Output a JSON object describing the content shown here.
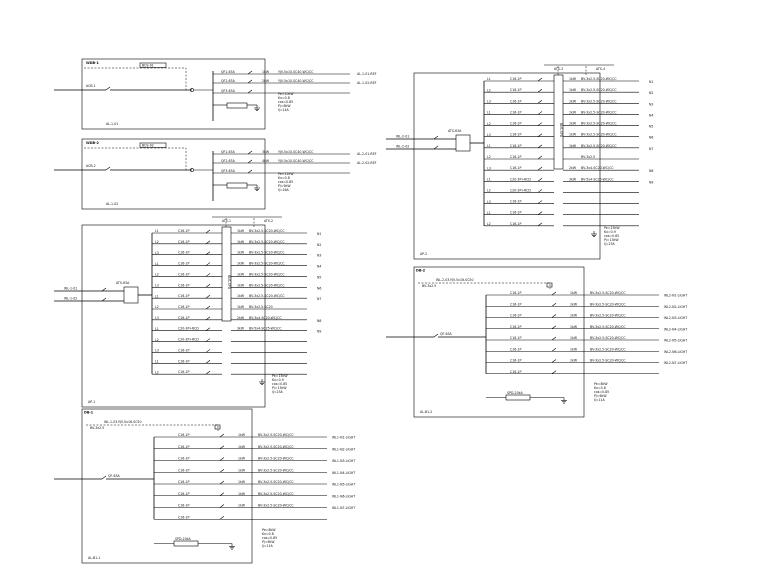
{
  "panels": [
    {
      "id": "p1",
      "box": null,
      "header_label": "WDB-1",
      "input_label": "ACB-1",
      "tag": "BUS-01",
      "footer_label": "AL-1-01",
      "branches": [
        {
          "label": "QF1-63A",
          "code": "1kW",
          "cable": "YJV-5x10-SC40-WC/CC",
          "dest": "AL-1-01-REF"
        },
        {
          "label": "QF2-63A",
          "code": "2kW",
          "cable": "YJV-5x10-SC40-WC/CC",
          "dest": "AL-1-02-REF"
        },
        {
          "label": "QF3-63A",
          "code": "",
          "cable": "",
          "dest": ""
        }
      ],
      "notes": [
        "Pe=10kW",
        "Kx=0.8",
        "cos=0.85",
        "Pj=8kW",
        "Ij=14A"
      ]
    },
    {
      "id": "p2",
      "header_label": "WDB-2",
      "input_label": "ACB-2",
      "tag": "BUS-02",
      "footer_label": "AL-1-02",
      "branches": [
        {
          "label": "QF1-63A",
          "code": "3kW",
          "cable": "YJV-5x10-SC40-WC/CC",
          "dest": "AL-2-01-REF"
        },
        {
          "label": "QF2-63A",
          "code": "4kW",
          "cable": "YJV-5x10-SC40-WC/CC",
          "dest": "AL-2-02-REF"
        },
        {
          "label": "QF3-63A",
          "code": "",
          "cable": "",
          "dest": ""
        }
      ],
      "notes": [
        "Pe=12kW",
        "Kx=0.8",
        "cos=0.85",
        "Pj=9kW",
        "Ij=16A"
      ]
    },
    {
      "id": "p3",
      "header_a": "ATS-1",
      "header_b": "ATS-2",
      "input_a": "WL-1-01",
      "input_b": "WL-1-02",
      "ats_label": "ATS-63A",
      "bus_label": "BUS-SPD",
      "footer_label": "AP-1",
      "branches": [
        {
          "phase": "L1",
          "label": "C16-1P",
          "code": "1kW",
          "cable": "BV-3x2.5-SC20-WC/CC",
          "dest": "N1"
        },
        {
          "phase": "L2",
          "label": "C16-1P",
          "code": "1kW",
          "cable": "BV-3x2.5-SC20-WC/CC",
          "dest": "N2"
        },
        {
          "phase": "L3",
          "label": "C16-1P",
          "code": "1kW",
          "cable": "BV-3x2.5-SC20-WC/CC",
          "dest": "N3"
        },
        {
          "phase": "L1",
          "label": "C16-1P",
          "code": "1kW",
          "cable": "BV-3x2.5-SC20-WC/CC",
          "dest": "N4"
        },
        {
          "phase": "L2",
          "label": "C16-1P",
          "code": "1kW",
          "cable": "BV-3x2.5-SC20-WC/CC",
          "dest": "N5"
        },
        {
          "phase": "L3",
          "label": "C16-1P",
          "code": "1kW",
          "cable": "BV-3x2.5-SC20-WC/CC",
          "dest": "N6"
        },
        {
          "phase": "L1",
          "label": "C16-1P",
          "code": "1kW",
          "cable": "BV-3x2.5-SC20-WC/CC",
          "dest": "N7"
        },
        {
          "phase": "L2",
          "label": "C16-1P",
          "code": "1kW",
          "cable": "BV-3x2.5-SC20",
          "dest": ""
        },
        {
          "phase": "L3",
          "label": "C16-1P",
          "code": "2kW",
          "cable": "BV-3x4-SC20-WC/CC",
          "dest": "N8"
        },
        {
          "phase": "L1",
          "label": "C20-3P+RCD",
          "code": "3kW",
          "cable": "BV-5x4-SC25-WC/CC",
          "dest": "N9"
        },
        {
          "phase": "L2",
          "label": "C20-3P+RCD",
          "code": "",
          "cable": "",
          "dest": ""
        },
        {
          "phase": "L3",
          "label": "C16-1P",
          "code": "",
          "cable": "",
          "dest": ""
        },
        {
          "phase": "L1",
          "label": "C16-1P",
          "code": "",
          "cable": "",
          "dest": ""
        },
        {
          "phase": "L2",
          "label": "C16-1P",
          "code": "",
          "cable": "",
          "dest": ""
        }
      ],
      "notes": [
        "Pe=15kW",
        "Kx=0.9",
        "cos=0.85",
        "Pj=13kW",
        "Ij=23A"
      ]
    },
    {
      "id": "p4",
      "header_label": "DB-1",
      "top_label": "WL-1-03-YJV-5x16-SC50",
      "sub_label": "BV-3x2.5",
      "input_label": "QF-63A",
      "footer_label": "AL-B1-1",
      "branches": [
        {
          "label": "C16-1P",
          "code": "1kW",
          "cable": "BV-3x2.5-SC20-WC/CC",
          "dest": "WL1-N1-LIGHT"
        },
        {
          "label": "C16-1P",
          "code": "1kW",
          "cable": "BV-3x2.5-SC20-WC/CC",
          "dest": "WL1-N2-LIGHT"
        },
        {
          "label": "C16-1P",
          "code": "1kW",
          "cable": "BV-3x2.5-SC20-WC/CC",
          "dest": "WL1-N3-LIGHT"
        },
        {
          "label": "C16-1P",
          "code": "1kW",
          "cable": "BV-3x2.5-SC20-WC/CC",
          "dest": "WL1-N4-LIGHT"
        },
        {
          "label": "C16-1P",
          "code": "1kW",
          "cable": "BV-3x2.5-SC20-WC/CC",
          "dest": "WL1-N5-LIGHT"
        },
        {
          "label": "C16-1P",
          "code": "1kW",
          "cable": "BV-3x2.5-SC20-WC/CC",
          "dest": "WL1-N6-LIGHT"
        },
        {
          "label": "C16-1P",
          "code": "1kW",
          "cable": "BV-3x2.5-SC20-WC/CC",
          "dest": "WL1-N7-LIGHT"
        },
        {
          "label": "C16-1P",
          "code": "",
          "cable": "",
          "dest": ""
        }
      ],
      "spd_label": "SPD-20kA",
      "notes": [
        "Pe=8kW",
        "Kx=0.8",
        "cos=0.85",
        "Pj=6kW",
        "Ij=11A"
      ]
    },
    {
      "id": "p5",
      "header_a": "ATS-3",
      "header_b": "ATS-4",
      "input_a": "WL-2-01",
      "input_b": "WL-2-02",
      "ats_label": "ATS-63A",
      "bus_label": "BUS-SPD",
      "footer_label": "AP-2",
      "branches": [
        {
          "phase": "L1",
          "label": "C16-1P",
          "code": "1kW",
          "cable": "BV-3x2.5-SC20-WC/CC",
          "dest": "N1"
        },
        {
          "phase": "L2",
          "label": "C16-1P",
          "code": "1kW",
          "cable": "BV-3x2.5-SC20-WC/CC",
          "dest": "N2"
        },
        {
          "phase": "L3",
          "label": "C16-1P",
          "code": "1kW",
          "cable": "BV-3x2.5-SC20-WC/CC",
          "dest": "N3"
        },
        {
          "phase": "L1",
          "label": "C16-1P",
          "code": "1kW",
          "cable": "BV-3x2.5-SC20-WC/CC",
          "dest": "N4"
        },
        {
          "phase": "L2",
          "label": "C16-1P",
          "code": "1kW",
          "cable": "BV-3x2.5-SC20-WC/CC",
          "dest": "N5"
        },
        {
          "phase": "L3",
          "label": "C16-1P",
          "code": "1kW",
          "cable": "BV-3x2.5-SC20-WC/CC",
          "dest": "N6"
        },
        {
          "phase": "L1",
          "label": "C16-1P",
          "code": "1kW",
          "cable": "BV-3x2.5-SC20-WC/CC",
          "dest": "N7"
        },
        {
          "phase": "L2",
          "label": "C16-1P",
          "code": "",
          "cable": "BV-3x2.5",
          "dest": ""
        },
        {
          "phase": "L3",
          "label": "C16-1P",
          "code": "2kW",
          "cable": "BV-3x4-SC20-WC/CC",
          "dest": "N8"
        },
        {
          "phase": "L1",
          "label": "C20-3P+RCD",
          "code": "3kW",
          "cable": "BV-5x4-SC25-WC/CC",
          "dest": "N9"
        },
        {
          "phase": "L2",
          "label": "C20-3P+RCD",
          "code": "",
          "cable": "",
          "dest": ""
        },
        {
          "phase": "L3",
          "label": "C16-1P",
          "code": "",
          "cable": "",
          "dest": ""
        },
        {
          "phase": "L1",
          "label": "C16-1P",
          "code": "",
          "cable": "",
          "dest": ""
        },
        {
          "phase": "L2",
          "label": "C16-1P",
          "code": "",
          "cable": "",
          "dest": ""
        }
      ],
      "notes": [
        "Pe=15kW",
        "Kx=0.9",
        "cos=0.85",
        "Pj=13kW",
        "Ij=23A"
      ]
    },
    {
      "id": "p6",
      "header_label": "DB-2",
      "top_label": "WL-2-03-YJV-5x16-SC50",
      "sub_label": "BV-3x2.5",
      "input_label": "QF-63A",
      "footer_label": "AL-B1-2",
      "branches": [
        {
          "label": "C16-1P",
          "code": "1kW",
          "cable": "BV-3x2.5-SC20-WC/CC",
          "dest": "WL2-N1-LIGHT"
        },
        {
          "label": "C16-1P",
          "code": "1kW",
          "cable": "BV-3x2.5-SC20-WC/CC",
          "dest": "WL2-N2-LIGHT"
        },
        {
          "label": "C16-1P",
          "code": "1kW",
          "cable": "BV-3x2.5-SC20-WC/CC",
          "dest": "WL2-N3-LIGHT"
        },
        {
          "label": "C16-1P",
          "code": "1kW",
          "cable": "BV-3x2.5-SC20-WC/CC",
          "dest": "WL2-N4-LIGHT"
        },
        {
          "label": "C16-1P",
          "code": "1kW",
          "cable": "BV-3x2.5-SC20-WC/CC",
          "dest": "WL2-N5-LIGHT"
        },
        {
          "label": "C16-1P",
          "code": "1kW",
          "cable": "BV-3x2.5-SC20-WC/CC",
          "dest": "WL2-N6-LIGHT"
        },
        {
          "label": "C16-1P",
          "code": "1kW",
          "cable": "BV-3x2.5-SC20-WC/CC",
          "dest": "WL2-N7-LIGHT"
        },
        {
          "label": "C16-1P",
          "code": "",
          "cable": "",
          "dest": ""
        }
      ],
      "spd_label": "SPD-20kA",
      "notes": [
        "Pe=8kW",
        "Kx=0.8",
        "cos=0.85",
        "Pj=6kW",
        "Ij=11A"
      ]
    }
  ]
}
